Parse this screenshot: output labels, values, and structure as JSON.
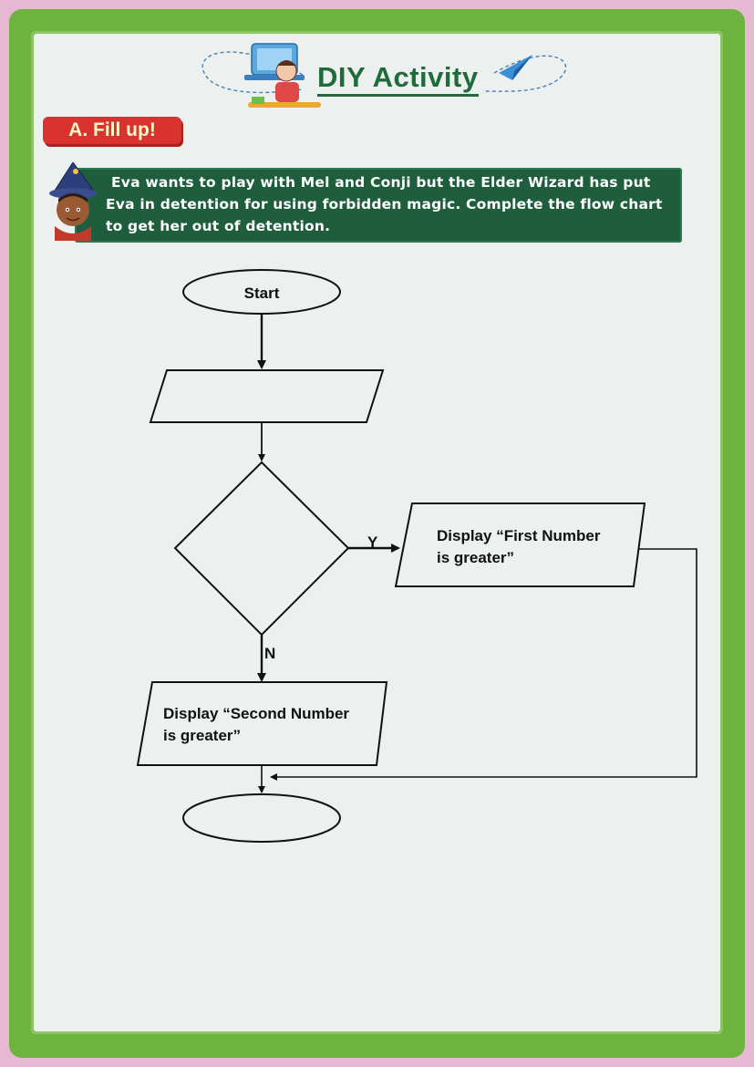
{
  "header": {
    "title": "DIY Activity"
  },
  "section": {
    "tag": "A. Fill up!"
  },
  "instructions": {
    "text": "Eva wants to play with Mel and Conji but the Elder Wizard has put Eva in detention for using forbidden magic. Complete the flow chart to get her out of detention."
  },
  "flowchart": {
    "start": "Start",
    "yes_label": "Y",
    "no_label": "N",
    "yes_output": [
      "Display “First Number",
      "is greater”"
    ],
    "no_output": [
      "Display “Second Number",
      "is greater”"
    ]
  },
  "colors": {
    "frame": "#6db33f",
    "banner": "#1e5e3d",
    "title": "#1f6b3a",
    "tag": "#d9322f"
  }
}
